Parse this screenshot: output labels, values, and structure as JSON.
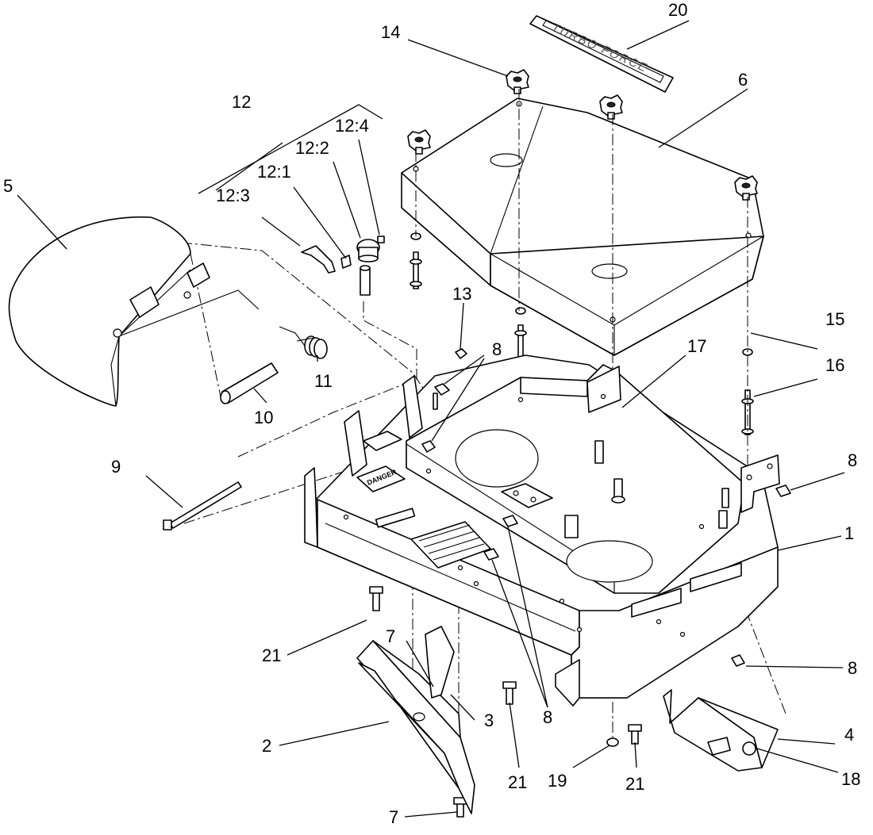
{
  "callouts": {
    "c1": "1",
    "c2": "2",
    "c3": "3",
    "c4": "4",
    "c5": "5",
    "c6": "6",
    "c7a": "7",
    "c7b": "7",
    "c8a": "8",
    "c8b": "8",
    "c8c": "8",
    "c8d": "8",
    "c9": "9",
    "c10": "10",
    "c11": "11",
    "c12": "12",
    "c12_1": "12:1",
    "c12_2": "12:2",
    "c12_3": "12:3",
    "c12_4": "12:4",
    "c13": "13",
    "c14": "14",
    "c15": "15",
    "c16": "16",
    "c17": "17",
    "c18": "18",
    "c19": "19",
    "c20": "20",
    "c21a": "21",
    "c21b": "21",
    "c21c": "21"
  },
  "decal_text": "TURBO FORCE",
  "danger_text": "DANGER"
}
